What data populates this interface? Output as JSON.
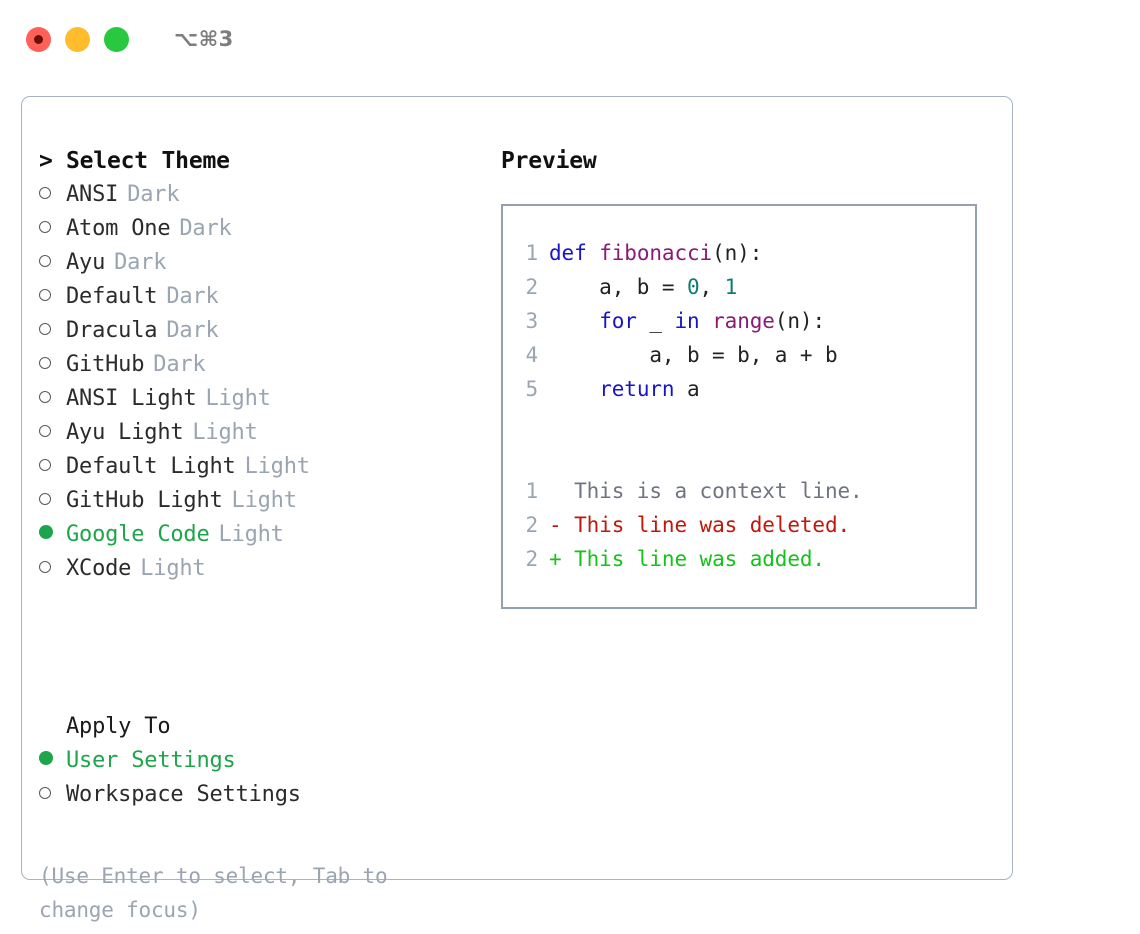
{
  "titlebar": {
    "lights": [
      {
        "name": "close",
        "color": "#ff6057",
        "recording": true
      },
      {
        "name": "minimize",
        "color": "#ffbd2e",
        "recording": false
      },
      {
        "name": "maximize",
        "color": "#28c840",
        "recording": false
      }
    ],
    "shortcut": "⌥⌘3"
  },
  "theme_picker": {
    "header_caret": ">",
    "header_label": "Select Theme",
    "options": [
      {
        "bullet": "○",
        "label": "ANSI",
        "kind": "Dark",
        "selected": false
      },
      {
        "bullet": "○",
        "label": "Atom One",
        "kind": "Dark",
        "selected": false
      },
      {
        "bullet": "○",
        "label": "Ayu",
        "kind": "Dark",
        "selected": false
      },
      {
        "bullet": "○",
        "label": "Default",
        "kind": "Dark",
        "selected": false
      },
      {
        "bullet": "○",
        "label": "Dracula",
        "kind": "Dark",
        "selected": false
      },
      {
        "bullet": "○",
        "label": "GitHub",
        "kind": "Dark",
        "selected": false
      },
      {
        "bullet": "○",
        "label": "ANSI Light",
        "kind": "Light",
        "selected": false
      },
      {
        "bullet": "○",
        "label": "Ayu Light",
        "kind": "Light",
        "selected": false
      },
      {
        "bullet": "○",
        "label": "Default Light",
        "kind": "Light",
        "selected": false
      },
      {
        "bullet": "○",
        "label": "GitHub Light",
        "kind": "Light",
        "selected": false
      },
      {
        "bullet": "●",
        "label": "Google Code",
        "kind": "Light",
        "selected": true
      },
      {
        "bullet": "○",
        "label": "XCode",
        "kind": "Light",
        "selected": false
      }
    ]
  },
  "apply_to": {
    "title": "Apply To",
    "options": [
      {
        "bullet": "●",
        "label": "User Settings",
        "selected": true
      },
      {
        "bullet": "○",
        "label": "Workspace Settings",
        "selected": false
      }
    ]
  },
  "hint": "(Use Enter to select, Tab to change focus)",
  "preview": {
    "title": "Preview",
    "code_lines": [
      {
        "num": "1",
        "tokens": [
          {
            "t": "def ",
            "c": "kw"
          },
          {
            "t": "fibonacci",
            "c": "fn"
          },
          {
            "t": "(n):",
            "c": "pun"
          }
        ]
      },
      {
        "num": "2",
        "tokens": [
          {
            "t": "    a, b = ",
            "c": "pun"
          },
          {
            "t": "0",
            "c": "num"
          },
          {
            "t": ", ",
            "c": "pun"
          },
          {
            "t": "1",
            "c": "num"
          }
        ]
      },
      {
        "num": "3",
        "tokens": [
          {
            "t": "    ",
            "c": "pun"
          },
          {
            "t": "for",
            "c": "kw"
          },
          {
            "t": " _ ",
            "c": "pun"
          },
          {
            "t": "in",
            "c": "kw"
          },
          {
            "t": " ",
            "c": "pun"
          },
          {
            "t": "range",
            "c": "fn"
          },
          {
            "t": "(n):",
            "c": "pun"
          }
        ]
      },
      {
        "num": "4",
        "tokens": [
          {
            "t": "        a, b = b, a + b",
            "c": "pun"
          }
        ]
      },
      {
        "num": "5",
        "tokens": [
          {
            "t": "    ",
            "c": "pun"
          },
          {
            "t": "return",
            "c": "kw"
          },
          {
            "t": " a",
            "c": "pun"
          }
        ]
      }
    ],
    "diff_lines": [
      {
        "num": "1",
        "marker": "  ",
        "text": "This is a context line.",
        "kind": "ctx"
      },
      {
        "num": "2",
        "marker": "- ",
        "text": "This line was deleted.",
        "kind": "del"
      },
      {
        "num": "2",
        "marker": "+ ",
        "text": "This line was added.",
        "kind": "add"
      }
    ]
  },
  "colors": {
    "accent_green": "#1ea54c",
    "muted": "#9aa5b1",
    "border": "#a9b4c2",
    "preview_border": "#92a0b3",
    "keyword": "#1a14c9",
    "function": "#8b1a74",
    "number": "#0f7b77",
    "diff_deleted": "#c0170b",
    "diff_added": "#16c21a",
    "diff_context": "#6f7480"
  }
}
